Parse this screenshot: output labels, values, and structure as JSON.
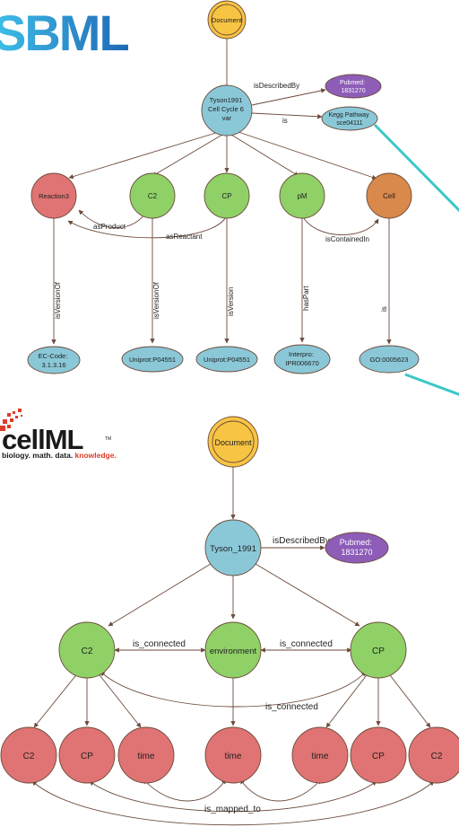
{
  "sbml_logo": {
    "text": "SBML"
  },
  "cellml_logo": {
    "text": "cellML",
    "tm": "TM",
    "tagline": [
      "biology. math. data. ",
      "knowledge."
    ]
  },
  "colors": {
    "document": "#f7c443",
    "model": "#8ac8d8",
    "pubmed": "#8d5db8",
    "annotation": "#8ac8d8",
    "species": "#8fd067",
    "reaction": "#e07373",
    "compartment": "#d9894b",
    "pointer": "#3bc7c7"
  },
  "sbml": {
    "nodes": {
      "document": "Document",
      "model": [
        "Tyson1991",
        "Cell Cycle 6",
        "var"
      ],
      "pubmed": [
        "Pubmed:",
        "1831270"
      ],
      "kegg": [
        "Kegg Pathway",
        "sce04111"
      ],
      "reaction3": "Reaction3",
      "c2": "C2",
      "cp": "CP",
      "pm": "pM",
      "cell": "Cell",
      "ec_code": [
        "EC-Code:",
        "3.1.3.16"
      ],
      "uniprot1": "Uniprot:P04551",
      "uniprot2": "Uniprot:P04551",
      "interpro": [
        "Interpro:",
        "IPR006670"
      ],
      "go": "GO:0005623"
    },
    "edges": {
      "isDescribedBy": "isDescribedBy",
      "is": "is",
      "asProduct": "asProduct",
      "asReactant": "asReactant",
      "isContainedIn": "isContainedIn",
      "isVersionOf_1": "isVersionOf",
      "isVersionOf_2": "isVersionOf",
      "isVersion": "isVersion",
      "hasPart": "hasPart",
      "is_go": "is"
    }
  },
  "cellml": {
    "nodes": {
      "document": "Document",
      "model": "Tyson_1991",
      "pubmed": [
        "Pubmed:",
        "1831270"
      ],
      "c2": "C2",
      "environment": "environment",
      "cp": "CP",
      "b_c2_left": "C2",
      "b_cp_left": "CP",
      "b_time_1": "time",
      "b_time_2": "time",
      "b_time_3": "time",
      "b_cp_right": "CP",
      "b_c2_right": "C2"
    },
    "edges": {
      "isDescribedBy": "isDescribedBy",
      "is_connected_1": "is_connected",
      "is_connected_2": "is_connected",
      "is_connected_3": "is_connected",
      "is_mapped_to": "is_mapped_to"
    }
  }
}
